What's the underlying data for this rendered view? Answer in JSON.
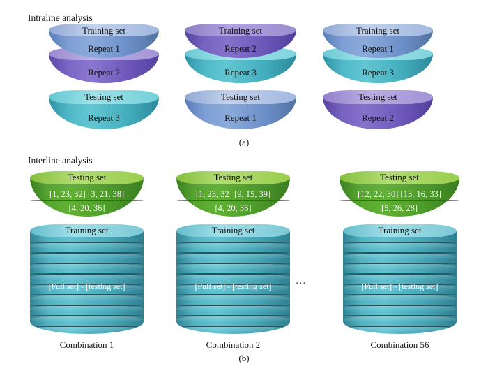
{
  "figure": {
    "panels": [
      {
        "id": "a",
        "caption": "(a)",
        "heading": "Intraline analysis",
        "training_groups": [
          {
            "name": "group-1",
            "top_label": "Training set",
            "slabs": [
              {
                "label": "Repeat 1",
                "top_color": "#a9bedf",
                "side_color": "#6c8fc9"
              },
              {
                "label": "Repeat 2",
                "top_color": "#a99ad8",
                "side_color": "#6d58ba"
              }
            ]
          },
          {
            "name": "group-2",
            "top_label": "Training set",
            "slabs": [
              {
                "label": "Repeat 2",
                "top_color": "#9b8ed1",
                "side_color": "#6b57b9"
              },
              {
                "label": "Repeat 3",
                "top_color": "#7fd3dc",
                "side_color": "#43adbd"
              }
            ]
          },
          {
            "name": "group-3",
            "top_label": "Training set",
            "slabs": [
              {
                "label": "Repeat 1",
                "top_color": "#a9bedf",
                "side_color": "#6c8fc9"
              },
              {
                "label": "Repeat 3",
                "top_color": "#7fd3dc",
                "side_color": "#43adbd"
              }
            ]
          }
        ],
        "testing_sets": [
          {
            "name": "test-1",
            "top_label": "Testing set",
            "label": "Repeat 3",
            "top_color": "#74d0d9",
            "side_color": "#43adbd"
          },
          {
            "name": "test-2",
            "top_label": "Testing set",
            "label": "Repeat 1",
            "top_color": "#a9bedf",
            "side_color": "#6c8fc9"
          },
          {
            "name": "test-3",
            "top_label": "Testing set",
            "label": "Repeat 2",
            "top_color": "#a294d5",
            "side_color": "#6d58ba"
          }
        ]
      },
      {
        "id": "b",
        "caption": "(b)",
        "heading": "Interline analysis",
        "ellipsis": "...",
        "combinations": [
          {
            "name": "combination-1",
            "footer": "Combination 1",
            "testing": {
              "top_label": "Testing set",
              "line1": "[1, 23, 32] [3, 21, 38]",
              "line2": "[4, 20, 36]",
              "top_color": "#9acd4e",
              "side_color": "#4d9b2a"
            },
            "training": {
              "top_label": "Training set",
              "mid_label": "[Full set] - [testing set]",
              "top_color": "#7cc9d5",
              "side_color": "#46a6b6",
              "ring_count": 9
            }
          },
          {
            "name": "combination-2",
            "footer": "Combination 2",
            "testing": {
              "top_label": "Testing set",
              "line1": "[1, 23, 32] [9, 15, 39]",
              "line2": "[4, 20, 36]",
              "top_color": "#9acd4e",
              "side_color": "#4d9b2a"
            },
            "training": {
              "top_label": "Training set",
              "mid_label": "[Full set] - [testing set]",
              "top_color": "#7cc9d5",
              "side_color": "#46a6b6",
              "ring_count": 9
            }
          },
          {
            "name": "combination-56",
            "footer": "Combination 56",
            "testing": {
              "top_label": "Testing set",
              "line1": "[12, 22, 30] [13, 16, 33]",
              "line2": "[5, 26, 28]",
              "top_color": "#9acd4e",
              "side_color": "#4d9b2a"
            },
            "training": {
              "top_label": "Training set",
              "mid_label": "[Full set] - [testing set]",
              "top_color": "#7cc9d5",
              "side_color": "#46a6b6",
              "ring_count": 9
            }
          }
        ]
      }
    ]
  }
}
